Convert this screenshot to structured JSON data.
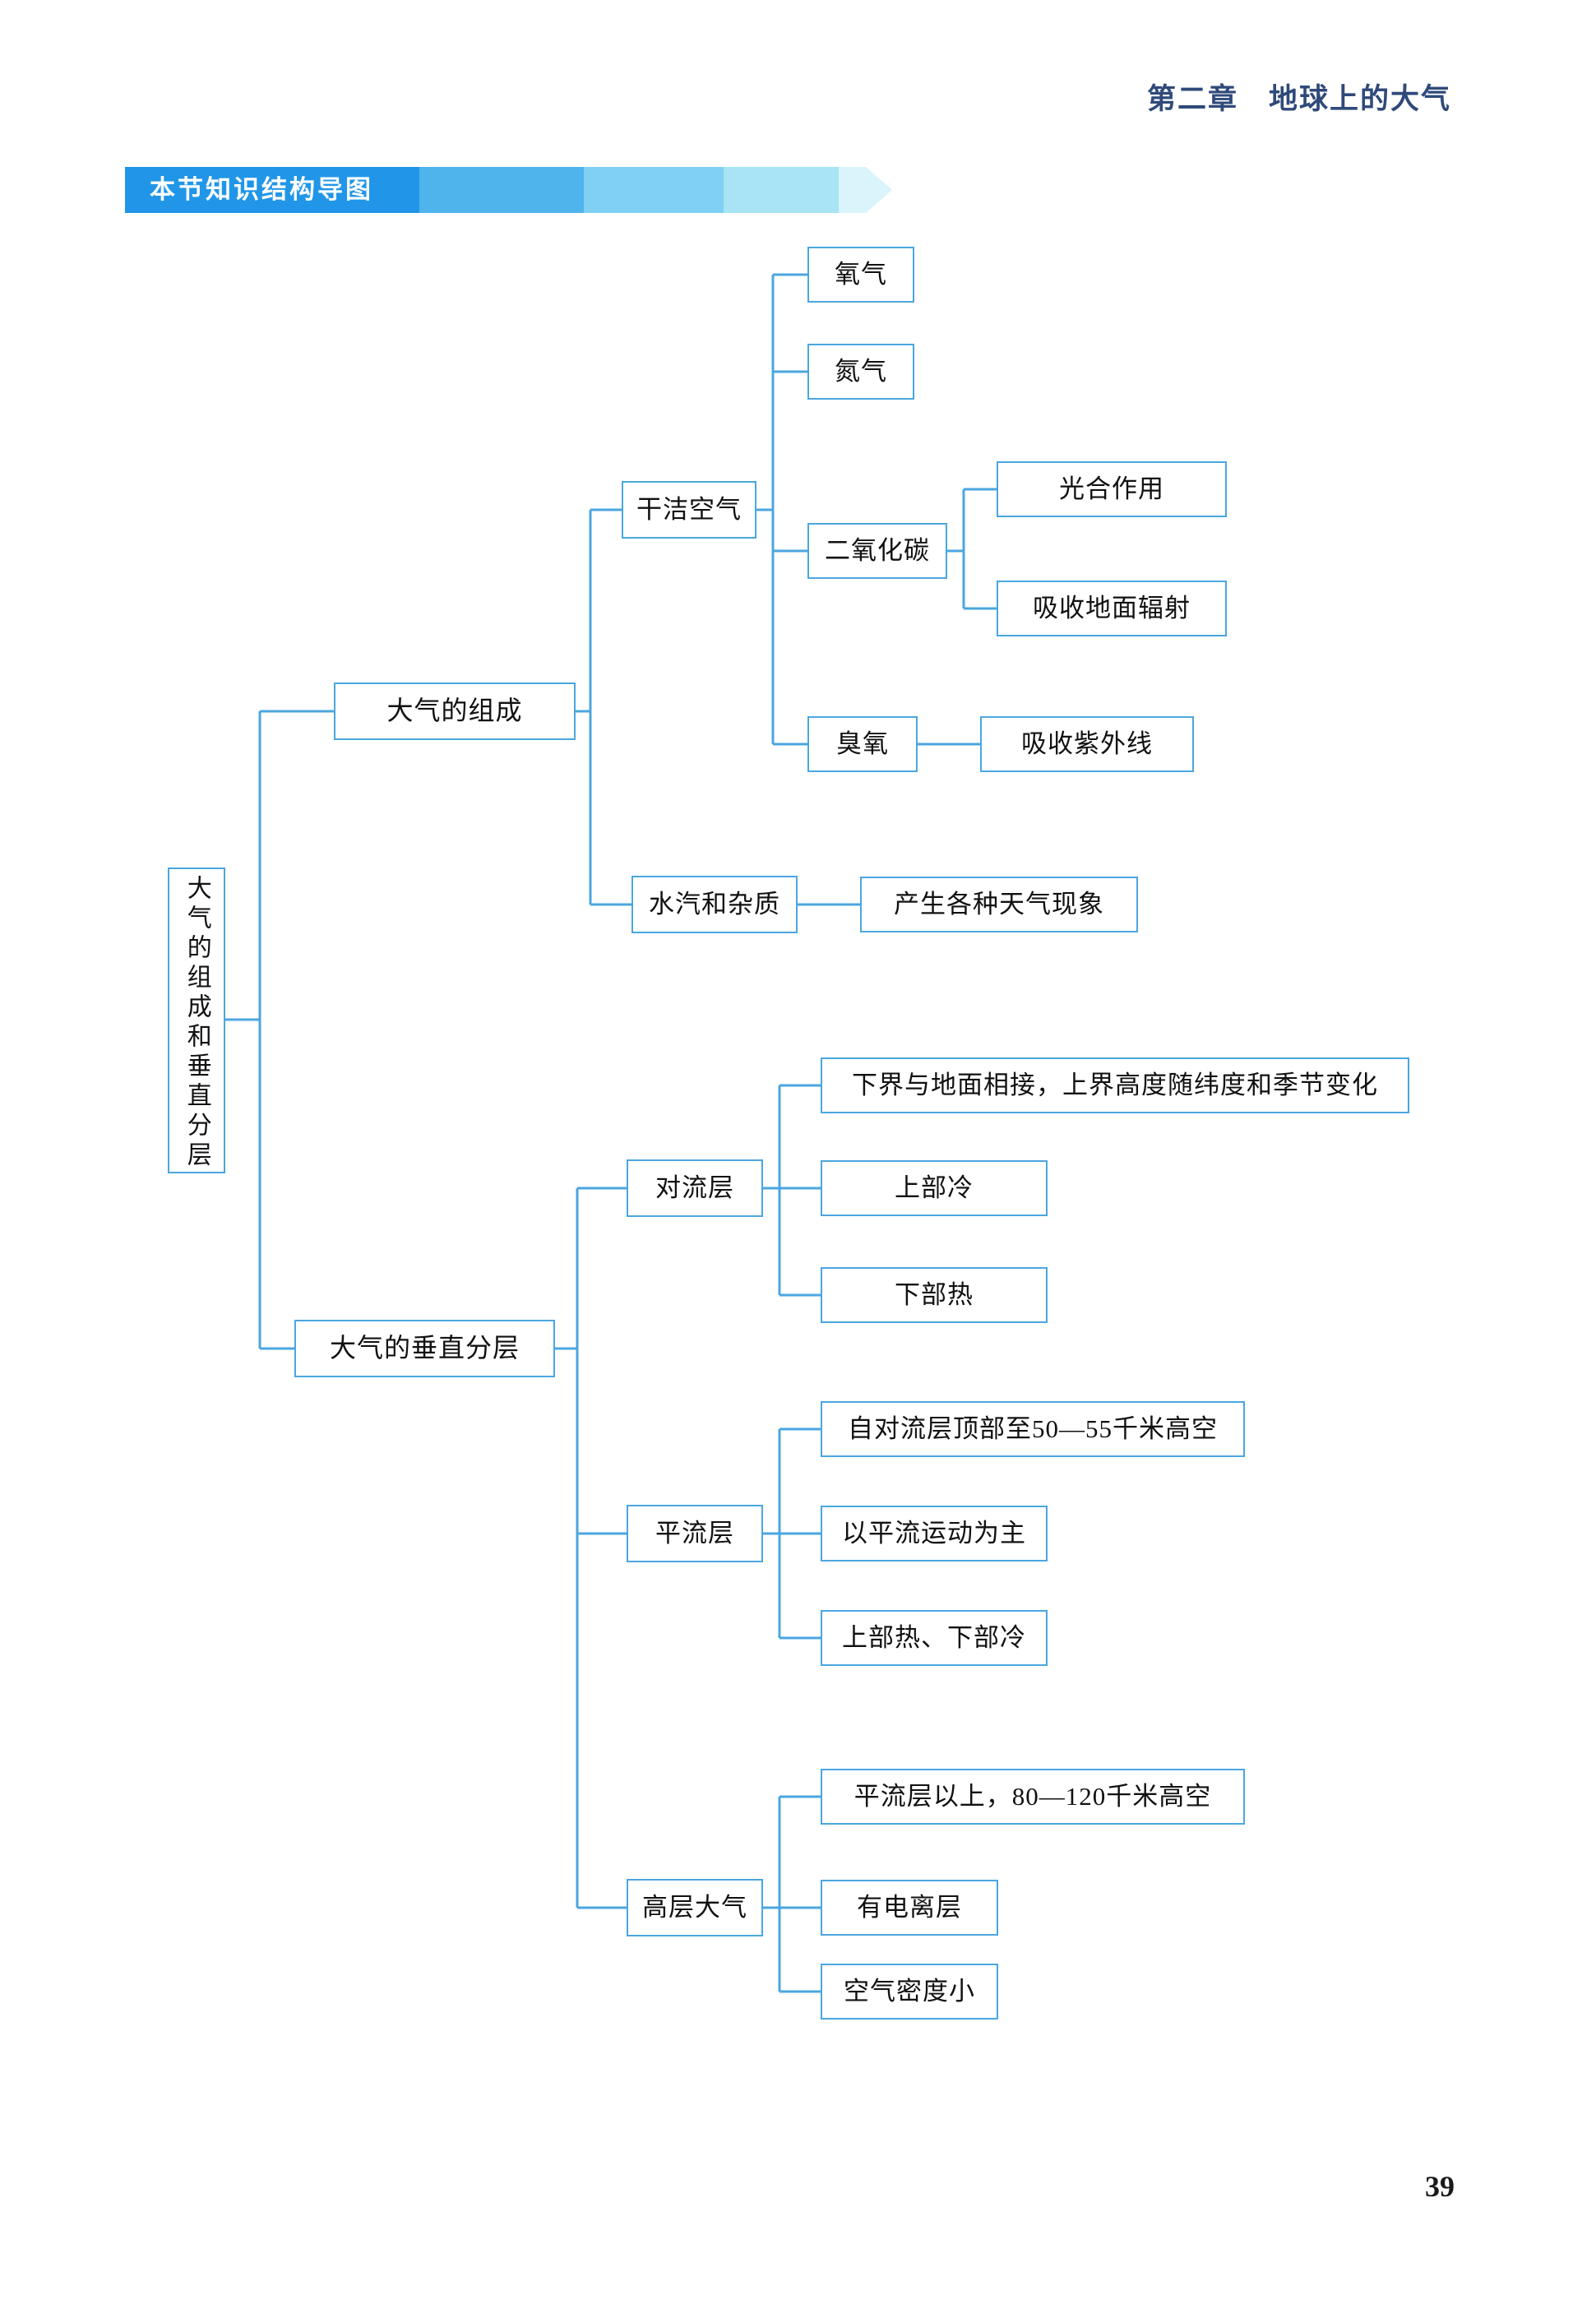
{
  "page": {
    "running_header": "第二章　地球上的大气",
    "page_number": "39",
    "background": "#ffffff"
  },
  "banner": {
    "label": "本节知识结构导图",
    "colors": [
      "#2196e8",
      "#4fb4ec",
      "#7fd0f2",
      "#a8e4f6",
      "#d9f4fb"
    ],
    "text_color": "#ffffff"
  },
  "diagram": {
    "type": "mind-map",
    "border_color": "#4ba6e0",
    "link_color": "#4ba6e0",
    "root": "大气的组成和垂直分层",
    "nodes": {
      "root": "大气的组成和垂直分层",
      "l1_composition": "大气的组成",
      "l1_layers": "大气的垂直分层",
      "l2_dry_air": "干洁空气",
      "l2_vapor_impurity": "水汽和杂质",
      "l3_oxygen": "氧气",
      "l3_nitrogen": "氮气",
      "l3_co2": "二氧化碳",
      "l3_ozone": "臭氧",
      "l4_photosynthesis": "光合作用",
      "l4_absorb_ground": "吸收地面辐射",
      "l4_absorb_uv": "吸收紫外线",
      "l3_weather": "产生各种天气现象",
      "l2_troposphere": "对流层",
      "l3_tropo_range": "下界与地面相接，上界高度随纬度和季节变化",
      "l3_tropo_topcold": "上部冷",
      "l3_tropo_bottomhot": "下部热",
      "l2_stratosphere": "平流层",
      "l3_strat_range": "自对流层顶部至50—55千米高空",
      "l3_strat_motion": "以平流运动为主",
      "l3_strat_temp": "上部热、下部冷",
      "l2_upper": "高层大气",
      "l3_upper_range": "平流层以上，80—120千米高空",
      "l3_upper_ion": "有电离层",
      "l3_upper_density": "空气密度小"
    }
  }
}
